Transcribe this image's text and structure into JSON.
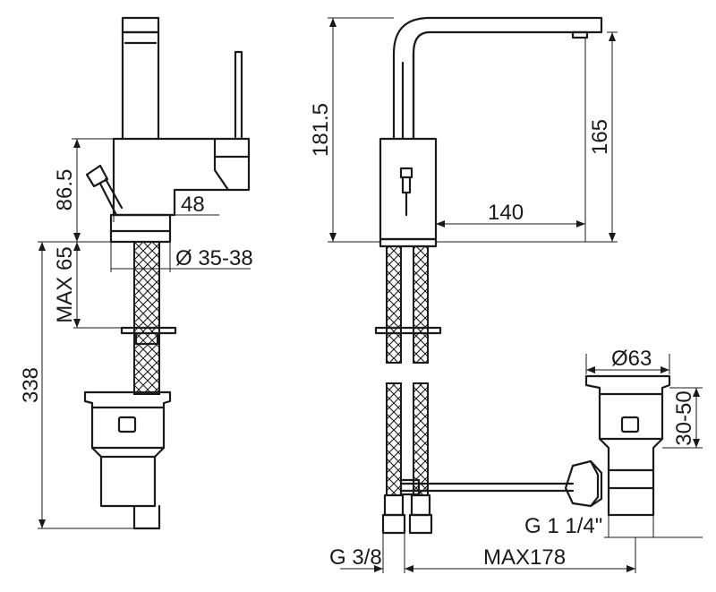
{
  "dimensions": {
    "height_to_body_top": "86.5",
    "spout_offset_side": "48",
    "hole_diameter": "Ø 35-38",
    "deck_thickness_max": "MAX 65",
    "total_depth": "338",
    "total_height": "181.5",
    "spout_height": "165",
    "spout_reach": "140",
    "waste_diameter": "Ø63",
    "waste_thread_range": "30-50",
    "waste_thread": "G 1 1/4\"",
    "supply_thread": "G 3/8",
    "rod_length_max": "MAX178"
  }
}
